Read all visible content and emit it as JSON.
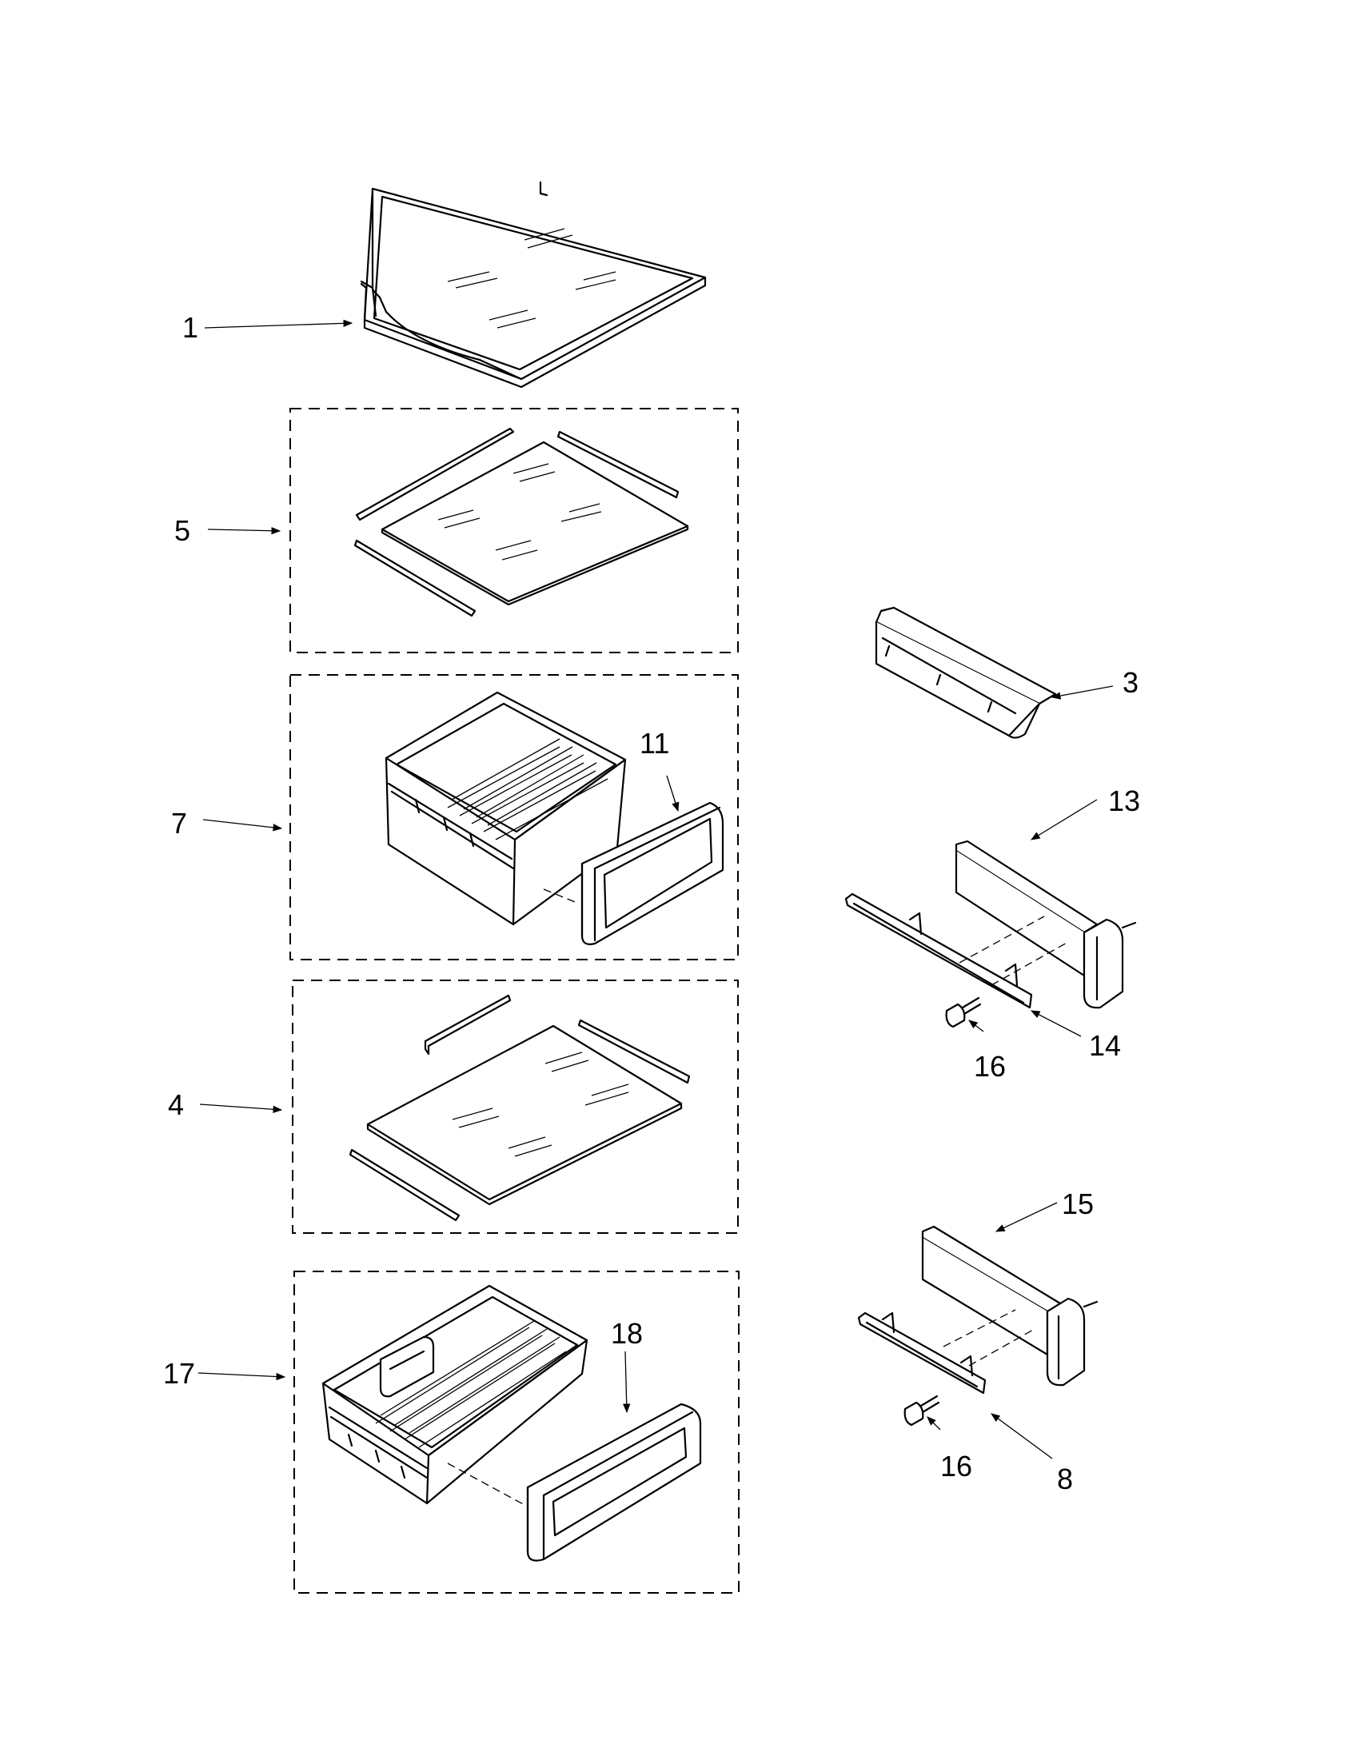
{
  "diagram": {
    "callouts": {
      "c1": "1",
      "c5": "5",
      "c7": "7",
      "c11": "11",
      "c4": "4",
      "c17": "17",
      "c18": "18",
      "c3": "3",
      "c13": "13",
      "c14": "14",
      "c16a": "16",
      "c15": "15",
      "c16b": "16",
      "c8": "8"
    },
    "colors": {
      "line": "#000000",
      "background": "#ffffff"
    }
  }
}
